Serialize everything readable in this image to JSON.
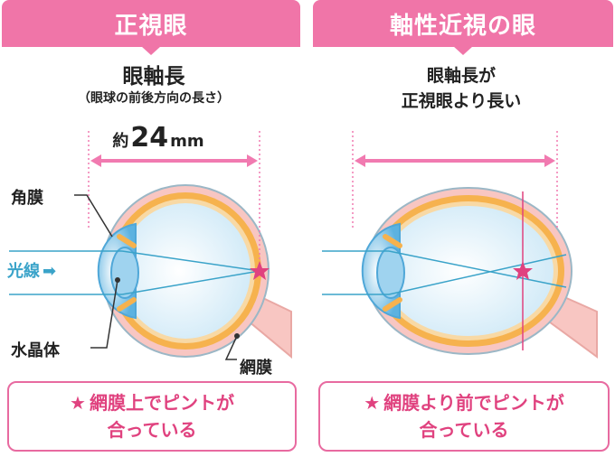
{
  "left": {
    "header": "正視眼",
    "axial_length_title": "眼軸長",
    "axial_length_subtitle": "（眼球の前後方向の長さ）",
    "measure_prefix": "約",
    "measure_value": "24",
    "measure_unit": "mm",
    "labels": {
      "cornea": "角膜",
      "light": "光線",
      "lens": "水晶体",
      "retina": "網膜"
    },
    "result_line1": "網膜上でピントが",
    "result_line2": "合っている"
  },
  "right": {
    "header": "軸性近視の眼",
    "caption_line1": "眼軸長が",
    "caption_line2": "正視眼より長い",
    "result_line1": "網膜より前でピントが",
    "result_line2": "合っている"
  },
  "colors": {
    "header_pink": "#f075a8",
    "star_pink": "#e0427f",
    "arrow_pink": "#f17ab0",
    "eye_blue_light": "#dff1fb",
    "eye_blue": "#4fa7d8",
    "sclera_orange": "#f6b24e",
    "retina_pink": "#f8c6c2",
    "light_ray": "#3aa3c9"
  },
  "icons": {
    "star": "star-icon",
    "arrow": "right-arrow-icon"
  }
}
